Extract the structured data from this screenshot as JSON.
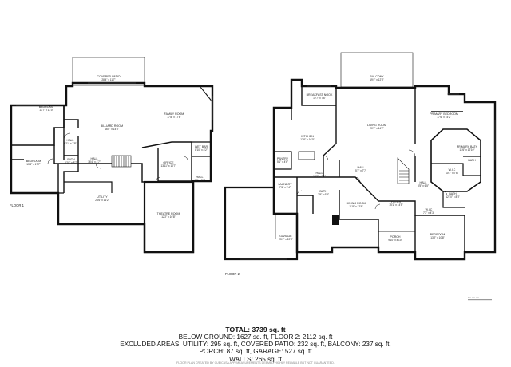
{
  "floor1": {
    "label": "FLOOR 1",
    "rooms": {
      "covered_patio": {
        "name": "COVERED PATIO",
        "dims": "28'4\" x 11'7\""
      },
      "bedroom_nw": {
        "name": "BEDROOM",
        "dims": "13'7\" x 13'0\""
      },
      "billiard": {
        "name": "BILLIARD ROOM",
        "dims": "16'8\" x 14'3\""
      },
      "family": {
        "name": "FAMILY ROOM",
        "dims": "17'8\" x 17'6\""
      },
      "hall_a": {
        "name": "HALL",
        "dims": "6'11\" x 7'8\""
      },
      "bedroom_w": {
        "name": "BEDROOM",
        "dims": "13'3\" x 17'7\""
      },
      "bath": {
        "name": "BATH",
        "dims": "6'10\" x 8'7\""
      },
      "hall_b": {
        "name": "HALL",
        "dims": "16'4\" x 4'7\""
      },
      "wet_bar": {
        "name": "WET BAR",
        "dims": "8'10\" x 8'2\""
      },
      "office": {
        "name": "OFFICE",
        "dims": "13'11\" x 10'7\""
      },
      "hall_c": {
        "name": "HALL",
        "dims": "4'6\" x 6'6\""
      },
      "utility": {
        "name": "UTILITY",
        "dims": "24'6\" x 16'2\""
      },
      "theatre": {
        "name": "THEATRE ROOM",
        "dims": "12'2\" x 16'8\""
      }
    }
  },
  "floor2": {
    "label": "FLOOR 2",
    "rooms": {
      "balcony": {
        "name": "BALCONY",
        "dims": "19'4\" x 12'3\""
      },
      "breakfast": {
        "name": "BREAKFAST NOOK",
        "dims": "12'7\" x 7'6\""
      },
      "primary_bed": {
        "name": "PRIMARY BEDROOM",
        "dims": "17'6\" x 15'2\""
      },
      "living": {
        "name": "LIVING ROOM",
        "dims": "20'1\" x 14'2\""
      },
      "kitchen": {
        "name": "KITCHEN",
        "dims": "17'6\" x 16'0\""
      },
      "primary_bath": {
        "name": "PRIMARY BATH",
        "dims": "11'6\" x 12'10\""
      },
      "pantry": {
        "name": "PANTRY",
        "dims": "5'1\" x 4'6\""
      },
      "bath_s": {
        "name": "BATH",
        "dims": ""
      },
      "wic": {
        "name": "W.I.C",
        "dims": "10'1\" x 7'6\""
      },
      "hall_a": {
        "name": "HALL",
        "dims": "5'1\" x 7'7\""
      },
      "hall_b": {
        "name": "HALL",
        "dims": "10'3\" x 5'1\""
      },
      "hall_c": {
        "name": "HALL",
        "dims": "5'5\" x 6'5\""
      },
      "laundry": {
        "name": "LAUNDRY",
        "dims": "7'6\" x 9'4\""
      },
      "bath_b": {
        "name": "BATH",
        "dims": "7'9\" x 6'3\""
      },
      "bath_c": {
        "name": "BATH",
        "dims": "12'10\" x 8'8\""
      },
      "dining": {
        "name": "DINING ROOM",
        "dims": "11'8\" x 12'6\""
      },
      "foyer": {
        "name": "FOYER",
        "dims": "15'1\" x 14'5\""
      },
      "wic2": {
        "name": "W.I.C",
        "dims": "7'2\" x 4'3\""
      },
      "garage": {
        "name": "GARAGE",
        "dims": "25'4\" x 20'8\""
      },
      "porch": {
        "name": "PORCH",
        "dims": "9'10\" x 8'10\""
      },
      "bedroom": {
        "name": "BEDROOM",
        "dims": "13'2\" x 10'8\""
      }
    }
  },
  "summary": {
    "total": "TOTAL: 3739 sq. ft",
    "line1": "BELOW GROUND: 1627 sq. ft, FLOOR 2: 2112 sq. ft",
    "line2": "EXCLUDED AREAS: UTILITY: 295 sq. ft, COVERED PATIO: 232 sq. ft, BALCONY: 237 sq. ft,",
    "line3": "PORCH: 87 sq. ft, GARAGE: 527 sq. ft",
    "line4": "WALLS: 265 sq. ft"
  },
  "disclaimer": "FLOOR PLAN CREATED BY CUBICASA APP. MEASUREMENTS DEEMED HIGHLY RELIABLE BUT NOT GUARANTEED.",
  "scale_text": "0m   2m   4m"
}
